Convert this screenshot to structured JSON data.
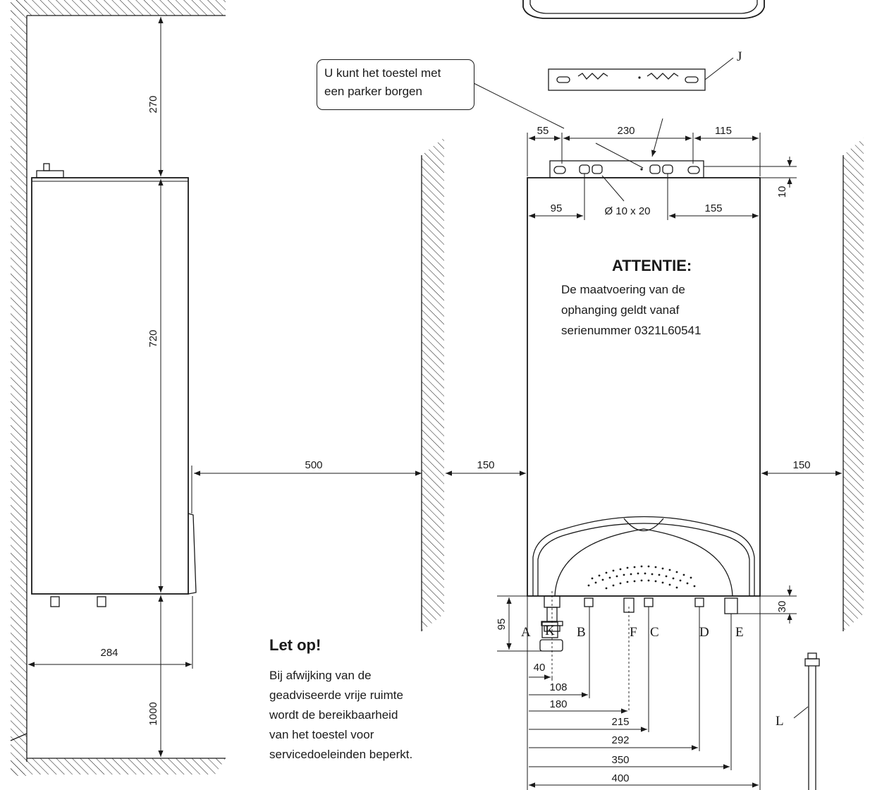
{
  "callout": {
    "line1": "U kunt  het toestel met",
    "line2": "een parker borgen"
  },
  "attention": {
    "title": "ATTENTIE:",
    "line1": "De maatvoering van de",
    "line2": "ophanging geldt vanaf",
    "line3": "serienummer 0321L60541"
  },
  "let_op": {
    "title": "Let op!",
    "line1": "Bij afwijking van de",
    "line2": "geadviseerde vrije ruimte",
    "line3": "wordt de bereikbaarheid",
    "line4": "van het toestel voor",
    "line5": "servicedoeleinden beperkt."
  },
  "side_view": {
    "dims": {
      "top_clearance": "270",
      "height": "720",
      "bottom_clearance": "1000",
      "depth": "284",
      "front_clearance": "500"
    }
  },
  "front_view": {
    "dims": {
      "left_clearance": "150",
      "right_clearance": "150",
      "top_left": "55",
      "top_mid": "230",
      "top_right": "115",
      "mid_left": "95",
      "slot": "Ø 10 x 20",
      "mid_right": "155",
      "bracket_offset": "10",
      "connection_height": "95",
      "connection_offset": "30"
    },
    "connection_labels": [
      "A",
      "K",
      "B",
      "F",
      "C",
      "D",
      "E",
      "J",
      "L"
    ],
    "bottom_dims": [
      "40",
      "108",
      "180",
      "215",
      "292",
      "350",
      "400"
    ]
  }
}
